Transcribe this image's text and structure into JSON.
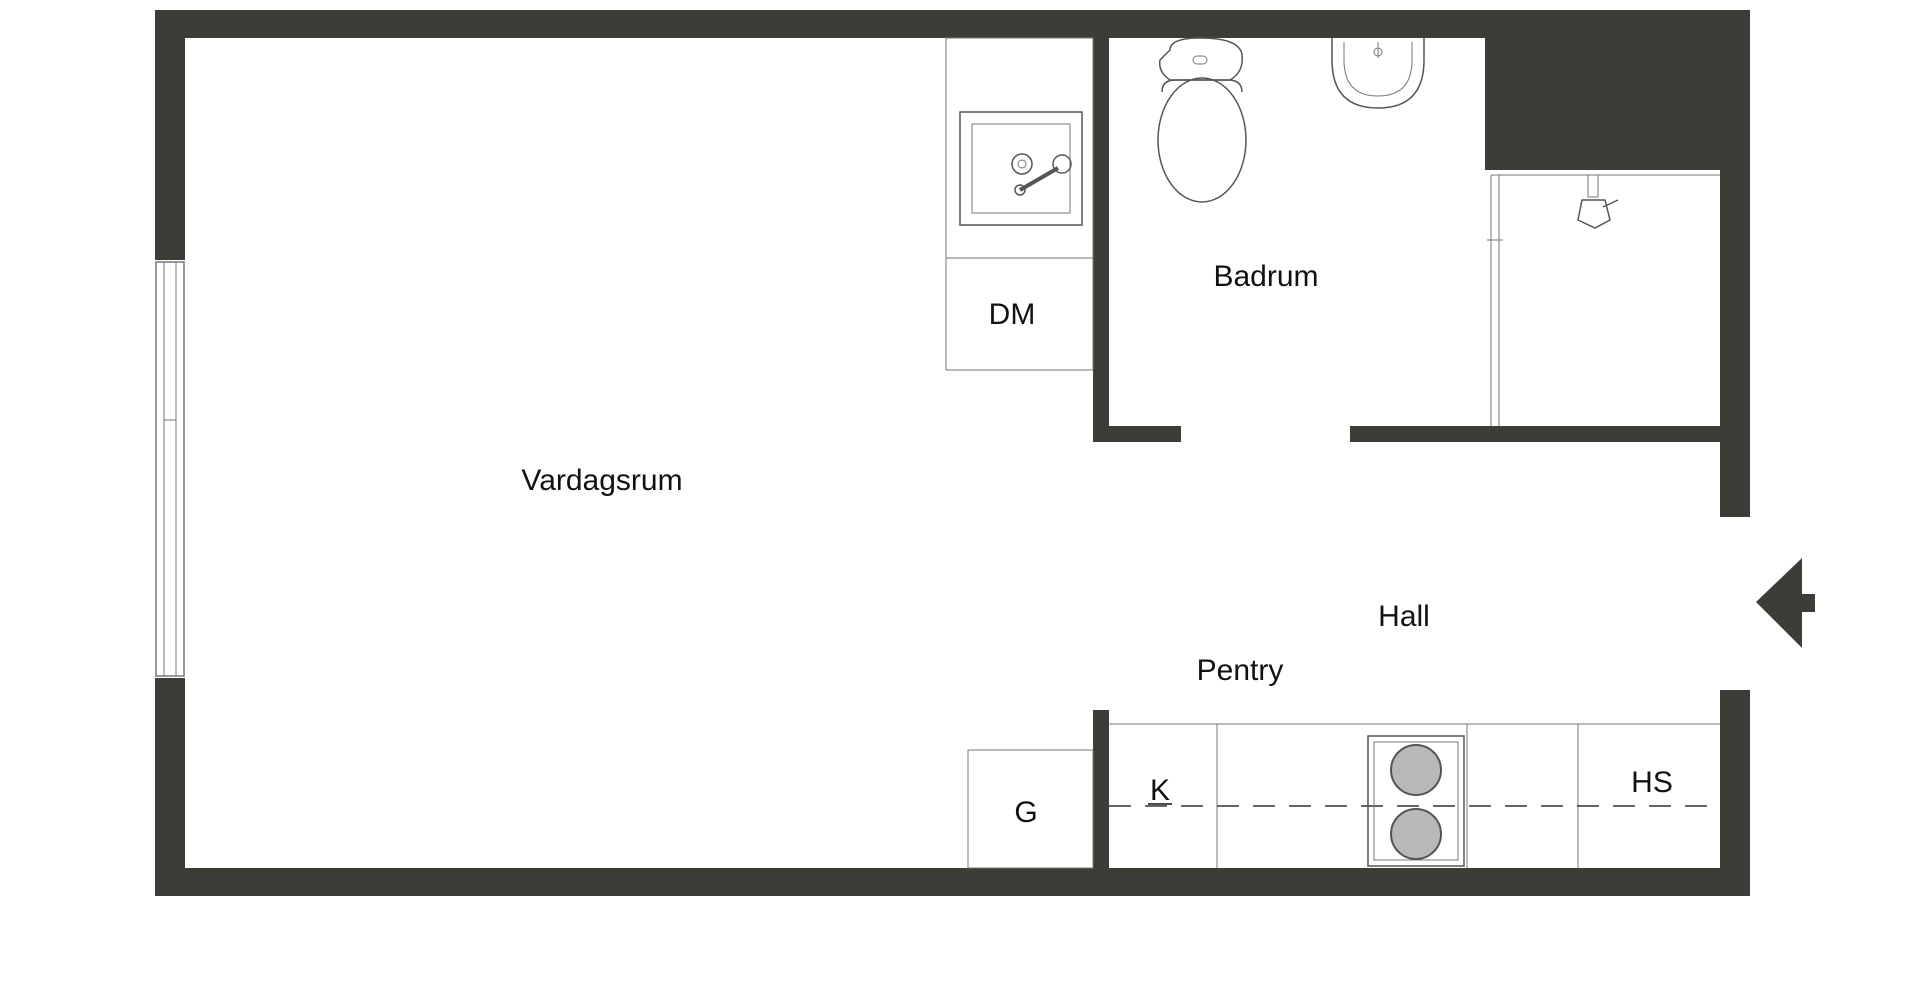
{
  "colors": {
    "wall": "#3b3d37",
    "background": "#ffffff",
    "fixture_stroke": "#555555",
    "hob_plate": "#b8b8b8",
    "label": "#111111"
  },
  "rooms": {
    "vardagsrum": "Vardagsrum",
    "badrum": "Badrum",
    "hall": "Hall",
    "pentry": "Pentry"
  },
  "fixtures": {
    "dm": "DM",
    "g": "G",
    "k": "K",
    "hs": "HS"
  },
  "icons": {
    "entrance": "entrance-arrow-icon",
    "toilet": "toilet-icon",
    "washbasin": "washbasin-icon",
    "shower": "shower-icon",
    "sink": "sink-icon",
    "hob": "hob-icon",
    "window": "window-icon"
  }
}
